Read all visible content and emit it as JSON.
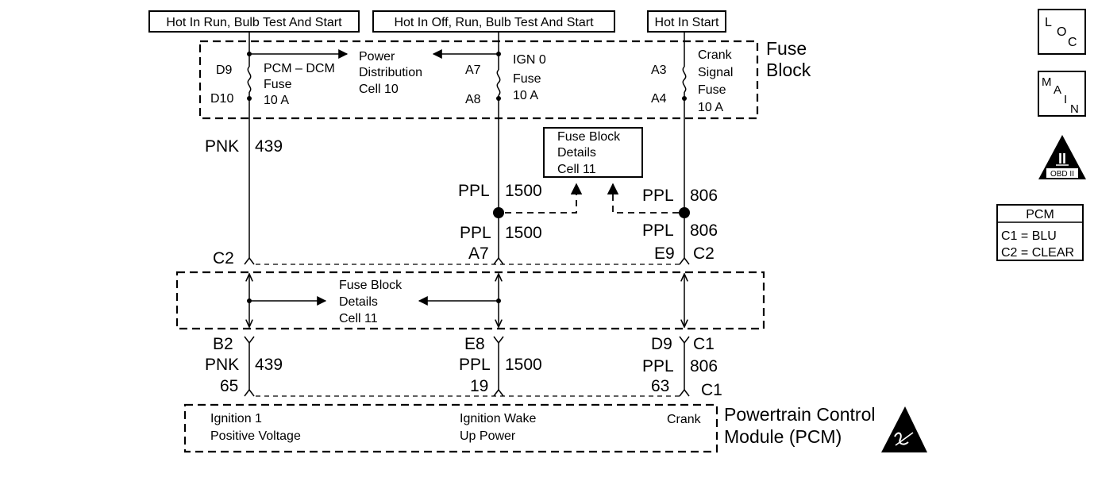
{
  "headers": {
    "run_bulb_start": "Hot In Run, Bulb Test And Start",
    "off_run_bulb_start": "Hot In Off, Run, Bulb Test And Start",
    "start": "Hot In Start"
  },
  "fuse_block": {
    "title_line1": "Fuse",
    "title_line2": "Block",
    "pcm_dcm_fuse": {
      "line1": "PCM – DCM",
      "line2": "Fuse",
      "line3": "10 A",
      "pin_top": "D9",
      "pin_bottom": "D10"
    },
    "power_distribution": {
      "line1": "Power",
      "line2": "Distribution",
      "line3": "Cell 10"
    },
    "ign0_fuse": {
      "line1": "IGN 0",
      "line2": "Fuse",
      "line3": "10 A",
      "pin_top": "A7",
      "pin_bottom": "A8"
    },
    "crank_fuse": {
      "line1": "Crank",
      "line2": "Signal",
      "line3": "Fuse",
      "line4": "10 A",
      "pin_top": "A3",
      "pin_bottom": "A4"
    }
  },
  "details_box_top": {
    "line1": "Fuse Block",
    "line2": "Details",
    "line3": "Cell 11"
  },
  "details_box_mid": {
    "line1": "Fuse Block",
    "line2": "Details",
    "line3": "Cell 11"
  },
  "wires": {
    "pnk_439": {
      "color": "PNK",
      "circuit": "439"
    },
    "ppl_1500_upper": {
      "color": "PPL",
      "circuit": "1500"
    },
    "ppl_806_upper": {
      "color": "PPL",
      "circuit": "806"
    },
    "ppl_1500_mid": {
      "color": "PPL",
      "circuit": "1500"
    },
    "ppl_806_mid": {
      "color": "PPL",
      "circuit": "806"
    }
  },
  "connectors_c2": {
    "left_label": "C2",
    "pin_a7": "A7",
    "pin_e9": "E9",
    "right_label": "C2"
  },
  "connectors_c1": {
    "pin_b2": "B2",
    "pin_e8": "E8",
    "pin_d9": "D9",
    "label_c1": "C1",
    "pnk_color": "PNK",
    "pnk_circuit": "439",
    "ppl1500_color": "PPL",
    "ppl1500_circuit": "1500",
    "ppl806_color": "PPL",
    "ppl806_circuit": "806",
    "pcm_pin_65": "65",
    "pcm_pin_19": "19",
    "pcm_pin_63": "63",
    "pcm_label_c1": "C1"
  },
  "pcm": {
    "ignition1_line1": "Ignition 1",
    "ignition1_line2": "Positive Voltage",
    "wake_line1": "Ignition Wake",
    "wake_line2": "Up Power",
    "crank": "Crank",
    "title_line1": "Powertrain Control",
    "title_line2": "Module (PCM)"
  },
  "legend": {
    "loc": {
      "l": "L",
      "o": "O",
      "c": "C"
    },
    "main": {
      "m": "M",
      "a": "A",
      "i": "I",
      "n": "N"
    },
    "obd": {
      "numeral": "II",
      "label": "OBD II"
    },
    "pcm_box": {
      "title": "PCM",
      "c1": "C1 = BLU",
      "c2": "C2 = CLEAR"
    }
  },
  "icons": [
    "esd-warning-icon",
    "obd-ii-icon",
    "loc-icon",
    "main-icon"
  ]
}
